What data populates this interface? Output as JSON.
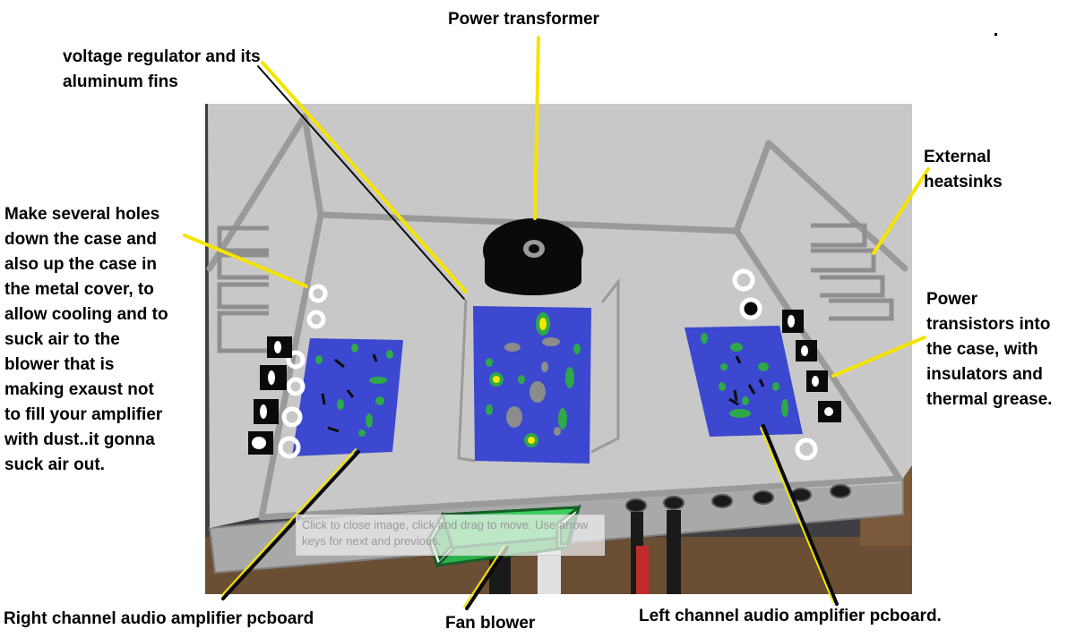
{
  "labels": {
    "power_transformer": "Power transformer",
    "voltage_regulator": "voltage regulator and its\naluminum fins",
    "holes": "Make several holes\ndown the case and\nalso up the case in\nthe metal cover, to\nallow cooling and to\nsuck air to the\nblower that is\nmaking exaust not\nto fill your amplifier\nwith dust..it gonna\nsuck air out.",
    "external_heatsinks": "External\nheatsinks",
    "power_transistors": "Power\ntransistors into\nthe case, with\ninsulators and\nthermal grease.",
    "right_pcboard": "Right channel audio amplifier pcboard",
    "fan_blower": "Fan blower",
    "left_pcboard": "Left channel audio amplifier pcboard."
  },
  "caption_text": "Click to close image, click and drag to move. Use arrow keys for next and previous.",
  "colors": {
    "case_fill": "#c8c8c8",
    "case_edge": "#9a9a9a",
    "pcb_blue": "#3b48cf",
    "component_green": "#2fa84a",
    "component_gray": "#8c8c8c",
    "component_yellow": "#f2e800",
    "pointer_yellow": "#f5e400",
    "fan_green": "#2bb34a",
    "transformer_black": "#0a0a0a"
  }
}
